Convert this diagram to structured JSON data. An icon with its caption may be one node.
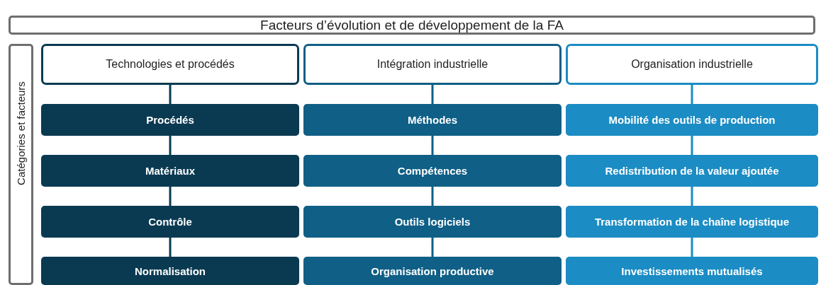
{
  "diagram": {
    "nodes": [
      {
        "text": [
          "Facteurs d’évolution et de développement de la FA"
        ]
      },
      {
        "text": [
          "Catégories et facteurs"
        ]
      },
      {
        "text": [
          "Technologies et procédés"
        ]
      },
      {
        "text": [
          "Procédés"
        ]
      },
      {
        "text": [
          "Matériaux"
        ]
      },
      {
        "text": [
          "Contrôle"
        ]
      },
      {
        "text": [
          "Normalisation"
        ]
      },
      {
        "text": [
          "Intégration industrielle"
        ]
      },
      {
        "text": [
          "Méthodes"
        ]
      },
      {
        "text": [
          "Compétences"
        ]
      },
      {
        "text": [
          "Outils logiciels"
        ]
      },
      {
        "text": [
          "Organisation productive"
        ]
      },
      {
        "text": [
          "Organisation industrielle"
        ]
      },
      {
        "text": [
          "Mobilité des outils de production"
        ]
      },
      {
        "text": [
          "Redistribution de la valeur ajoutée"
        ]
      },
      {
        "text": [
          "Transformation de la chaîne logistique"
        ]
      },
      {
        "text": [
          "Investissements mutualisés"
        ]
      }
    ],
    "edges": [
      {
        "from": 2,
        "to": 3,
        "arrow": "none"
      },
      {
        "from": 3,
        "to": 4,
        "arrow": "none"
      },
      {
        "from": 4,
        "to": 5,
        "arrow": "none"
      },
      {
        "from": 5,
        "to": 6,
        "arrow": "none"
      },
      {
        "from": 7,
        "to": 8,
        "arrow": "none",
        "color": "#0f5f86"
      },
      {
        "from": 8,
        "to": 9,
        "arrow": "none",
        "color": "#0f5f86"
      },
      {
        "from": 9,
        "to": 10,
        "arrow": "none",
        "color": "#0f5f86"
      },
      {
        "from": 10,
        "to": 11,
        "arrow": "none",
        "color": "#0f5f86"
      },
      {
        "from": 12,
        "to": 13,
        "arrow": "none",
        "color": "#1b8cc4"
      },
      {
        "from": 13,
        "to": 14,
        "arrow": "none",
        "color": "#1b8cc4"
      },
      {
        "from": 14,
        "to": 15,
        "arrow": "none",
        "color": "#1b8cc4"
      },
      {
        "from": 15,
        "to": 16,
        "arrow": "none",
        "color": "#1b8cc4"
      }
    ]
  }
}
